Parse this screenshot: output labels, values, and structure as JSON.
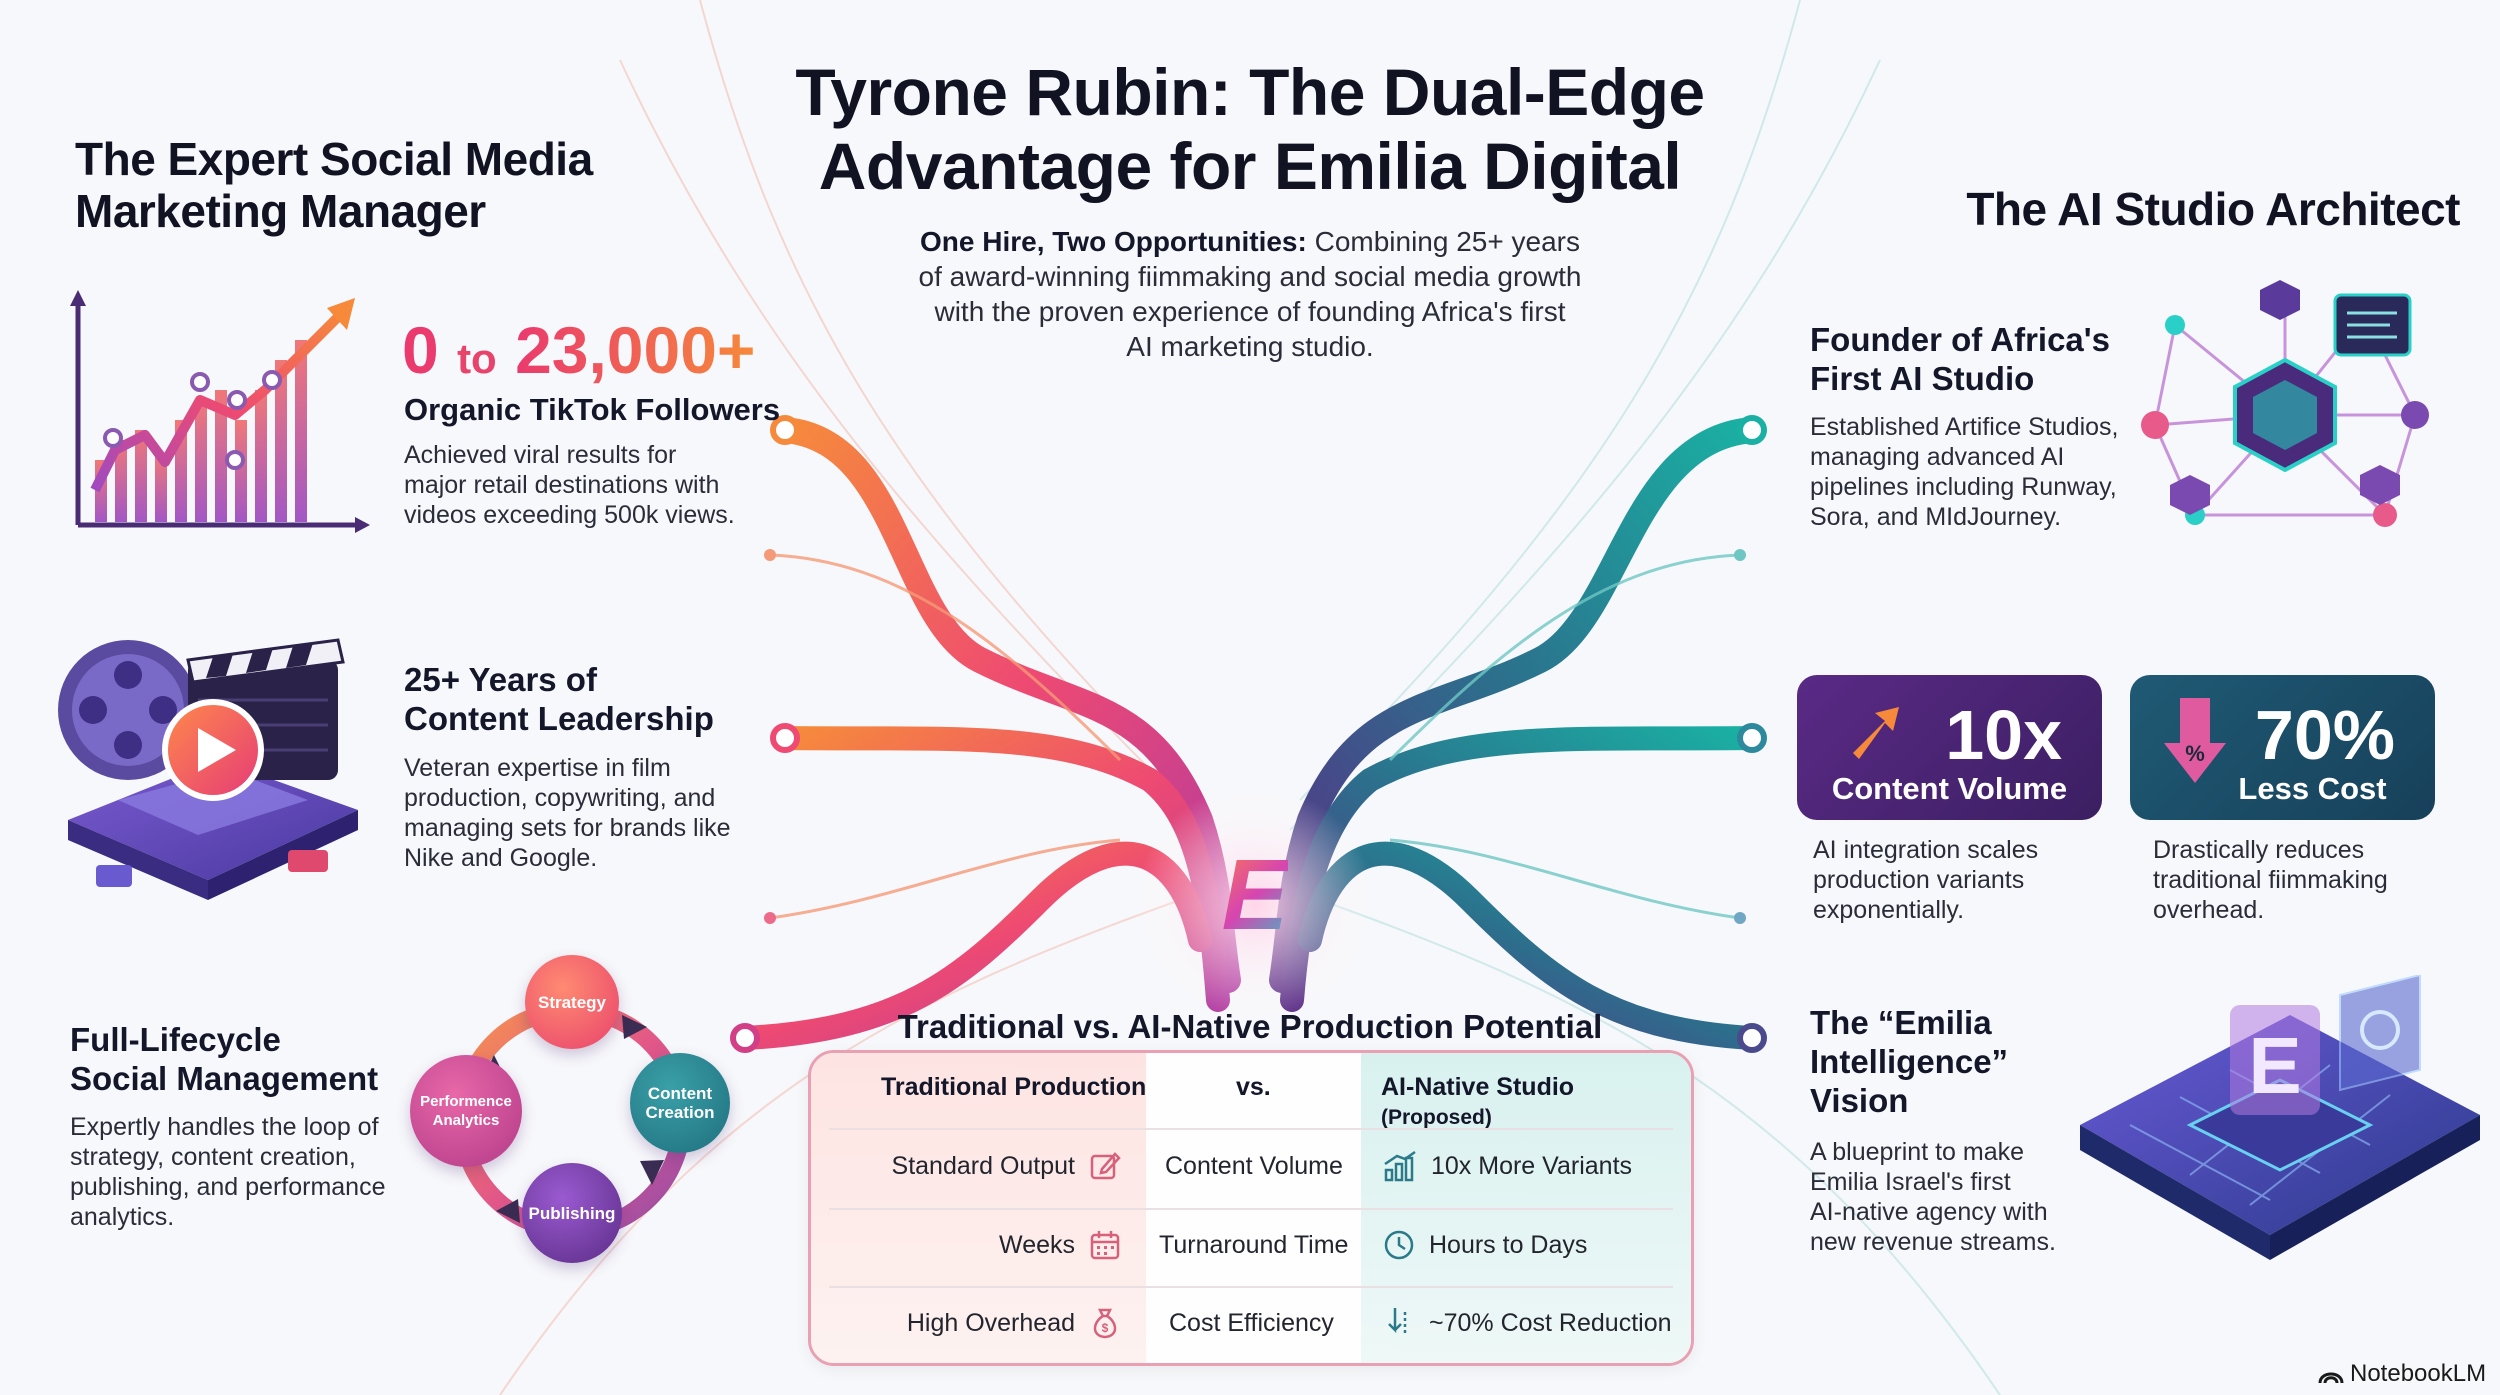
{
  "header": {
    "title_line1": "Tyrone Rubin: The Dual-Edge",
    "title_line2": "Advantage for Emilia Digital",
    "intro_bold": "One Hire, Two Opportunities:",
    "intro_rest_line1": " Combining 25+ years",
    "intro_line2": "of award-winning fiimmaking and social media growth",
    "intro_line3": "with the proven experience of founding Africa's first",
    "intro_line4": "AI marketing studio."
  },
  "left": {
    "heading_line1": "The Expert Social Media",
    "heading_line2": "Marketing Manager",
    "stat_from": "0",
    "stat_to_word": "to",
    "stat_value": "23,000+",
    "stat_label": "Organic TikTok Followers",
    "stat_body_1": "Achieved viral results for",
    "stat_body_2": "major retail destinations with",
    "stat_body_3": "videos exceeding 500k views.",
    "years_heading_1": "25+ Years of",
    "years_heading_2": "Content Leadership",
    "years_body_1": "Veteran expertise in film",
    "years_body_2": "production, copywriting, and",
    "years_body_3": "managing sets for brands like",
    "years_body_4": "Nike and Google.",
    "lifecycle_heading_1": "Full-Lifecycle",
    "lifecycle_heading_2": "Social Management",
    "lifecycle_body_1": "Expertly handles the loop of",
    "lifecycle_body_2": "strategy, content creation,",
    "lifecycle_body_3": "publishing, and performance",
    "lifecycle_body_4": "analytics.",
    "cycle": {
      "strategy": "Strategy",
      "content_1": "Content",
      "content_2": "Creation",
      "publishing": "Publishing",
      "performance_1": "Performence",
      "performance_2": "Analytics"
    }
  },
  "right": {
    "heading": "The AI Studio Architect",
    "founder_heading_1": "Founder of Africa's",
    "founder_heading_2": "First AI Studio",
    "founder_body_1": "Established Artifice Studios,",
    "founder_body_2": "managing advanced AI",
    "founder_body_3": "pipelines including Runway,",
    "founder_body_4": "Sora, and MIdJourney.",
    "card_volume_value": "10x",
    "card_volume_label": "Content Volume",
    "card_volume_body_1": "AI integration scales",
    "card_volume_body_2": "production variants",
    "card_volume_body_3": "exponentially.",
    "card_cost_value": "70%",
    "card_cost_label": "Less Cost",
    "card_cost_body_1": "Drastically reduces",
    "card_cost_body_2": "traditional fiimmaking",
    "card_cost_body_3": "overhead.",
    "vision_heading_1": "The “Emilia",
    "vision_heading_2": "Intelligence”",
    "vision_heading_3": "Vision",
    "vision_body_1": "A blueprint to make",
    "vision_body_2": "Emilia Israel's first",
    "vision_body_3": "AI-native agency with",
    "vision_body_4": "new revenue streams."
  },
  "table": {
    "title": "Traditional vs. AI-Native Production Potential",
    "col_traditional": "Traditional Production",
    "col_vs": "vs.",
    "col_ai": "AI-Native Studio",
    "col_ai_note": "(Proposed)",
    "rows": [
      {
        "traditional": "Standard Output",
        "metric": "Content Volume",
        "ai": "10x More Variants"
      },
      {
        "traditional": "Weeks",
        "metric": "Turnaround Time",
        "ai": "Hours to Days"
      },
      {
        "traditional": "High Overhead",
        "metric": "Cost Efficiency",
        "ai": "~70% Cost Reduction"
      }
    ]
  },
  "center_logo": "E",
  "footer": {
    "brand": "NotebookLM"
  },
  "colors": {
    "accent_pink": "#ea3a6e",
    "accent_orange": "#f6893a",
    "accent_purple": "#5a2a86",
    "accent_teal": "#1f8a8a"
  }
}
